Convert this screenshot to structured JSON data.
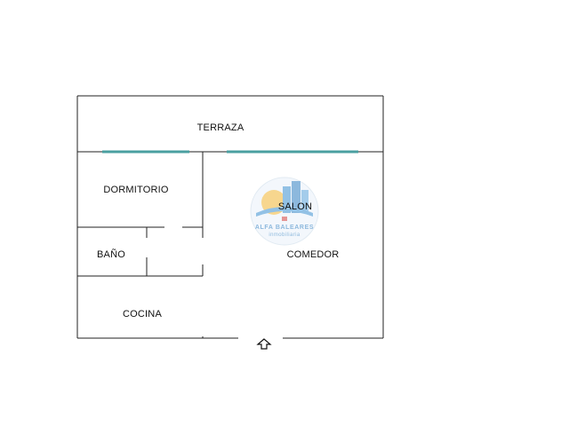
{
  "rooms": {
    "terraza": "TERRAZA",
    "dormitorio": "DORMITORIO",
    "salon": "SALON",
    "bano": "BAÑO",
    "comedor": "COMEDOR",
    "cocina": "COCINA"
  },
  "watermark": {
    "brand": "ALFA BALEARES",
    "subtitle": "inmobiliaria"
  },
  "icons": {
    "entrance": "up-arrow-outline-icon"
  },
  "colors": {
    "wall": "#222222",
    "window": "#4a9fa0",
    "watermark_blue": "#3a8fd0",
    "watermark_sun": "#f2b632"
  }
}
